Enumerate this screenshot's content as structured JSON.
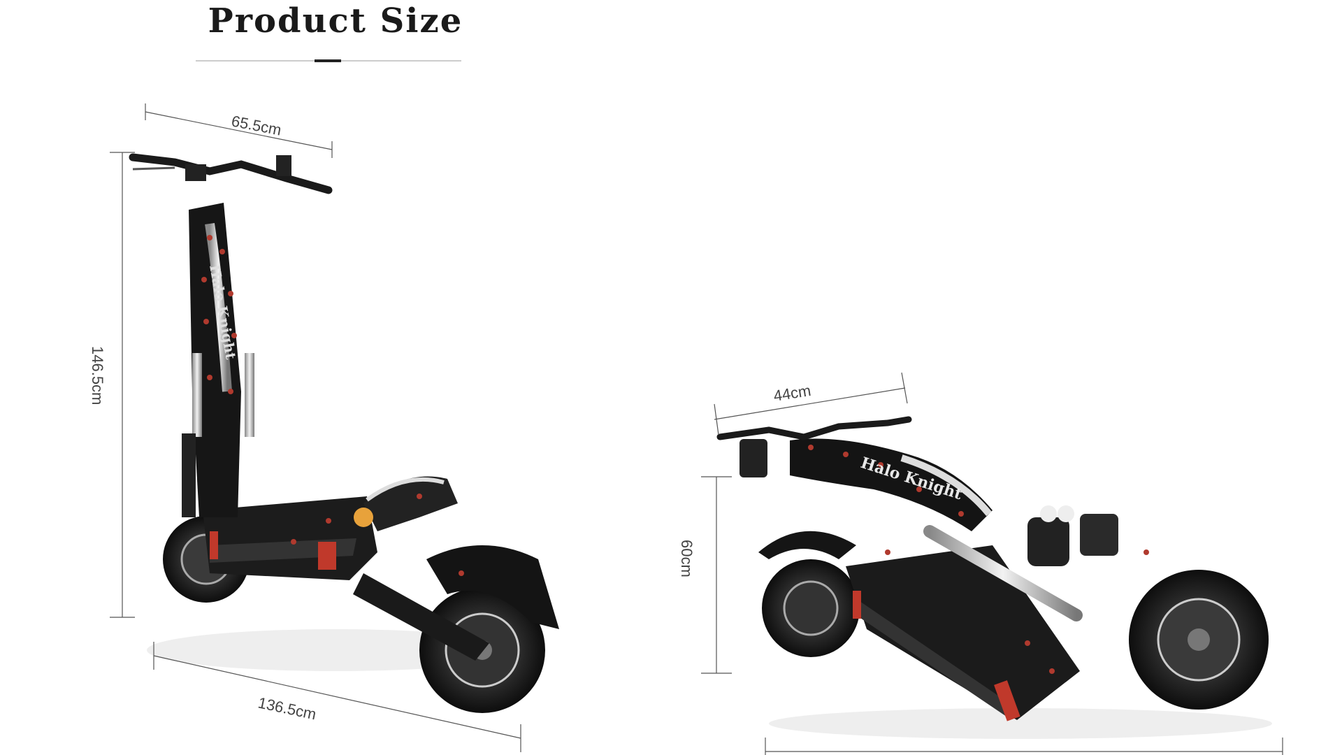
{
  "header": {
    "title": "Product Size"
  },
  "brand": {
    "name": "Halo Knight"
  },
  "dimensions": {
    "standing_width": "65.5cm",
    "standing_height": "146.5cm",
    "standing_length": "136.5cm",
    "folded_width": "44cm",
    "folded_height": "60cm"
  }
}
